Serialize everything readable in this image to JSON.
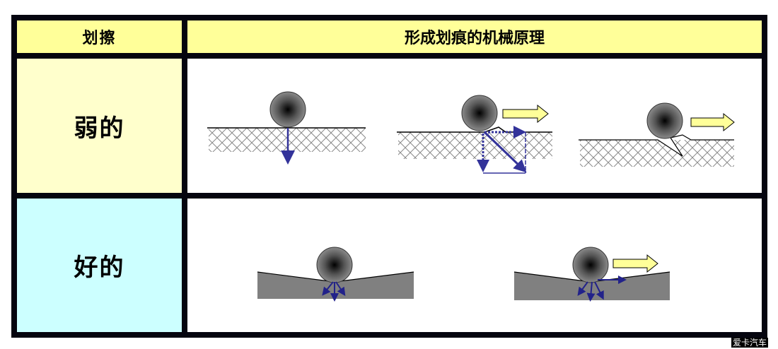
{
  "table": {
    "header": {
      "left": "划擦",
      "right": "形成划痕的机械原理"
    },
    "rows": [
      {
        "label": "弱的",
        "background": "#ffffcc",
        "figures": [
          {
            "name": "weak-vertical-force",
            "description": "ball on hatched surface with downward force arrow"
          },
          {
            "name": "weak-force-decomposition",
            "description": "ball moving right with force vector decomposition into dotted components"
          },
          {
            "name": "weak-chip-formation",
            "description": "ball moving right lifting a chip from the hatched surface"
          }
        ]
      },
      {
        "label": "好的",
        "background": "#ccffff",
        "figures": [
          {
            "name": "good-elastic-indent",
            "description": "ball pressing into elastic grey surface with spreading force arrows"
          },
          {
            "name": "good-elastic-sliding",
            "description": "ball sliding right on elastic grey surface with spreading force arrows"
          }
        ]
      }
    ]
  },
  "colors": {
    "border": "#05050f",
    "header_bg": "#ffff99",
    "weak_bg": "#ffffcc",
    "good_bg": "#ccffff",
    "arrow_blue": "#33339a",
    "motion_arrow_fill": "#ffff99",
    "surface_grey": "#808080"
  },
  "watermark": "爱卡汽车"
}
